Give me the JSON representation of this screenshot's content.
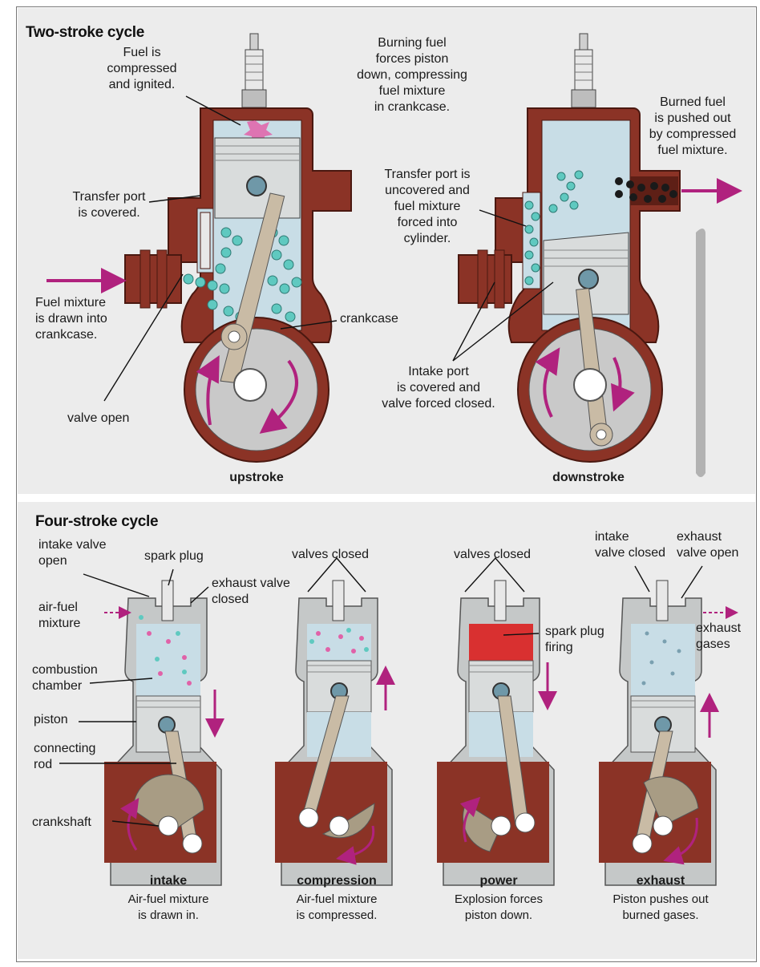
{
  "two_stroke": {
    "title": "Two-stroke cycle",
    "labels": {
      "fuel_compressed": "Fuel is\ncompressed\nand ignited.",
      "burning_fuel": "Burning fuel\nforces piston\ndown, compressing\nfuel mixture\nin crankcase.",
      "burned_fuel": "Burned fuel\nis pushed out\nby compressed\nfuel mixture.",
      "transfer_covered": "Transfer port\nis covered.",
      "transfer_uncovered": "Transfer port is\nuncovered and\nfuel mixture\nforced into\ncylinder.",
      "fuel_mixture_drawn": "Fuel mixture\nis drawn into\ncrankcase.",
      "crankcase": "crankcase",
      "intake_port_covered": "Intake port\nis covered and\nvalve forced closed.",
      "valve_open": "valve open"
    },
    "captions": {
      "upstroke": "upstroke",
      "downstroke": "downstroke"
    }
  },
  "four_stroke": {
    "title": "Four-stroke cycle",
    "labels": {
      "intake_valve_open": "intake valve\nopen",
      "spark_plug": "spark plug",
      "exhaust_valve_closed": "exhaust valve\nclosed",
      "air_fuel_mixture": "air-fuel\nmixture",
      "combustion_chamber": "combustion\nchamber",
      "piston": "piston",
      "connecting_rod": "connecting\nrod",
      "crankshaft": "crankshaft",
      "valves_closed_1": "valves closed",
      "valves_closed_2": "valves closed",
      "spark_plug_firing": "spark plug\nfiring",
      "intake_valve_closed": "intake\nvalve closed",
      "exhaust_valve_open": "exhaust\nvalve open",
      "exhaust_gases": "exhaust\ngases"
    },
    "stages": [
      {
        "title": "intake",
        "desc": "Air-fuel mixture\nis drawn in."
      },
      {
        "title": "compression",
        "desc": "Air-fuel mixture\nis compressed."
      },
      {
        "title": "power",
        "desc": "Explosion forces\npiston down."
      },
      {
        "title": "exhaust",
        "desc": "Piston pushes out\nburned gases."
      }
    ]
  },
  "colors": {
    "casing": "#8b3326",
    "casing_dark": "#5e1f16",
    "cylinder": "#c8dde6",
    "piston": "#d9dcdc",
    "rod": "#c9bba5",
    "fuel_dot": "#5fc9c0",
    "arrow": "#b0227e",
    "flame": "#d93030",
    "panel_bg": "#ececec"
  }
}
